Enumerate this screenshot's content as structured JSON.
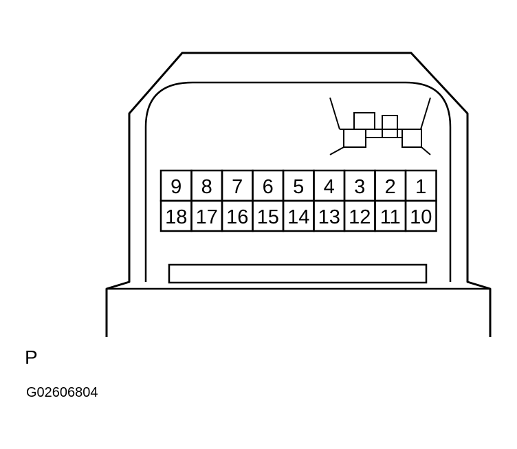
{
  "connector": {
    "id_label": "P",
    "figure_code": "G02606804"
  },
  "pins": {
    "top_row": [
      "9",
      "8",
      "7",
      "6",
      "5",
      "4",
      "3",
      "2",
      "1"
    ],
    "bottom_row": [
      "18",
      "17",
      "16",
      "15",
      "14",
      "13",
      "12",
      "11",
      "10"
    ]
  },
  "colors": {
    "line": "#000000",
    "background": "#ffffff"
  }
}
